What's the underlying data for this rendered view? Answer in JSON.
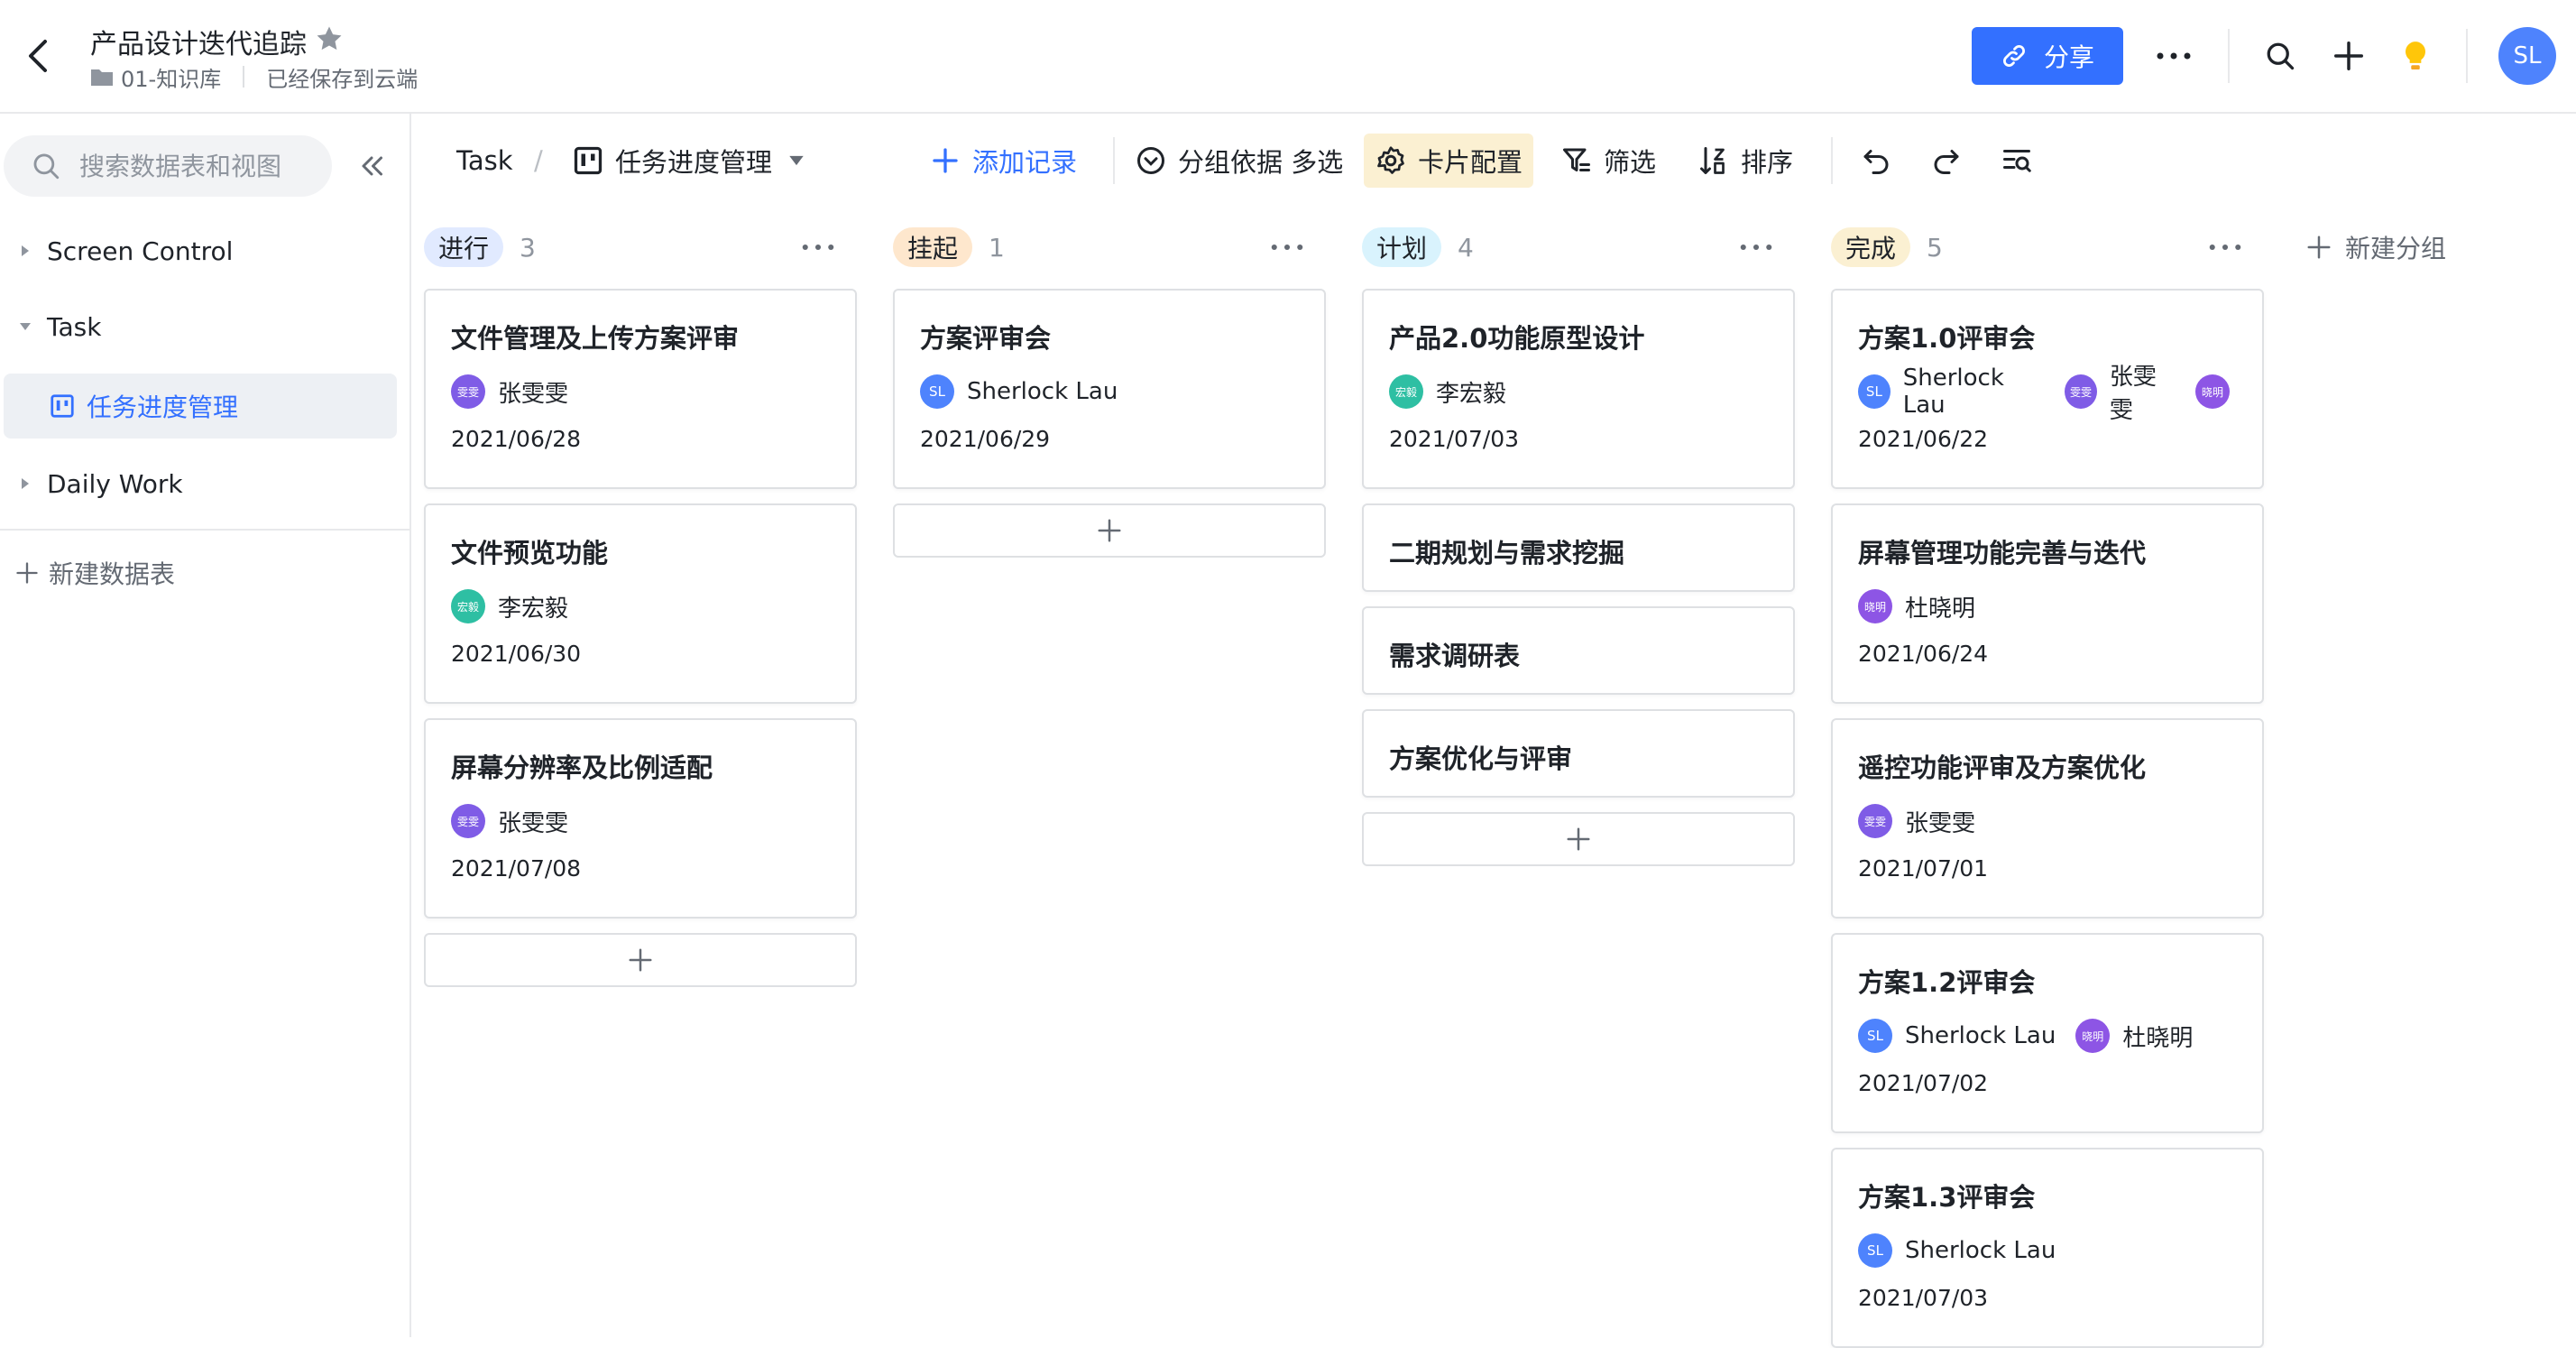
{
  "header": {
    "title": "产品设计迭代追踪",
    "folder": "01-知识库",
    "save_status": "已经保存到云端",
    "share_label": "分享",
    "avatar": "SL"
  },
  "sidebar": {
    "search_placeholder": "搜索数据表和视图",
    "items": [
      {
        "label": "Screen Control"
      },
      {
        "label": "Task"
      },
      {
        "label": "任务进度管理"
      },
      {
        "label": "Daily Work"
      }
    ],
    "new_table": "新建数据表"
  },
  "toolbar": {
    "table": "Task",
    "sep": "/",
    "view": "任务进度管理",
    "add_record": "添加记录",
    "group_by": "分组依据 多选",
    "card_config": "卡片配置",
    "filter": "筛选",
    "sort": "排序"
  },
  "colors": {
    "accent": "#3370ff",
    "tag_in_progress": "#e1eaff",
    "tag_suspended": "#fee7cd",
    "tag_planned": "#d9f3fd",
    "tag_done": "#fbf0d2"
  },
  "board": {
    "columns": [
      {
        "name": "进行",
        "count": "3",
        "cards": [
          {
            "title": "文件管理及上传方案评审",
            "people": [
              {
                "avatar": "雯雯",
                "name": "张雯雯"
              }
            ],
            "date": "2021/06/28"
          },
          {
            "title": "文件预览功能",
            "people": [
              {
                "avatar": "宏毅",
                "name": "李宏毅"
              }
            ],
            "date": "2021/06/30"
          },
          {
            "title": "屏幕分辨率及比例适配",
            "people": [
              {
                "avatar": "雯雯",
                "name": "张雯雯"
              }
            ],
            "date": "2021/07/08"
          }
        ]
      },
      {
        "name": "挂起",
        "count": "1",
        "cards": [
          {
            "title": "方案评审会",
            "people": [
              {
                "avatar": "SL",
                "name": "Sherlock Lau"
              }
            ],
            "date": "2021/06/29"
          }
        ]
      },
      {
        "name": "计划",
        "count": "4",
        "cards": [
          {
            "title": "产品2.0功能原型设计",
            "people": [
              {
                "avatar": "宏毅",
                "name": "李宏毅"
              }
            ],
            "date": "2021/07/03"
          },
          {
            "title": "二期规划与需求挖掘"
          },
          {
            "title": "需求调研表"
          },
          {
            "title": "方案优化与评审"
          }
        ]
      },
      {
        "name": "完成",
        "count": "5",
        "cards": [
          {
            "title": "方案1.0评审会",
            "people": [
              {
                "avatar": "SL",
                "name": "Sherlock Lau"
              },
              {
                "avatar": "雯雯",
                "name": "张雯雯"
              },
              {
                "avatar": "晓明",
                "name": ""
              }
            ],
            "date": "2021/06/22"
          },
          {
            "title": "屏幕管理功能完善与迭代",
            "people": [
              {
                "avatar": "晓明",
                "name": "杜晓明"
              }
            ],
            "date": "2021/06/24"
          },
          {
            "title": "遥控功能评审及方案优化",
            "people": [
              {
                "avatar": "雯雯",
                "name": "张雯雯"
              }
            ],
            "date": "2021/07/01"
          },
          {
            "title": "方案1.2评审会",
            "people": [
              {
                "avatar": "SL",
                "name": "Sherlock Lau"
              },
              {
                "avatar": "晓明",
                "name": "杜晓明"
              }
            ],
            "date": "2021/07/02"
          },
          {
            "title": "方案1.3评审会",
            "people": [
              {
                "avatar": "SL",
                "name": "Sherlock Lau"
              }
            ],
            "date": "2021/07/03"
          }
        ]
      }
    ],
    "new_group": "新建分组"
  }
}
